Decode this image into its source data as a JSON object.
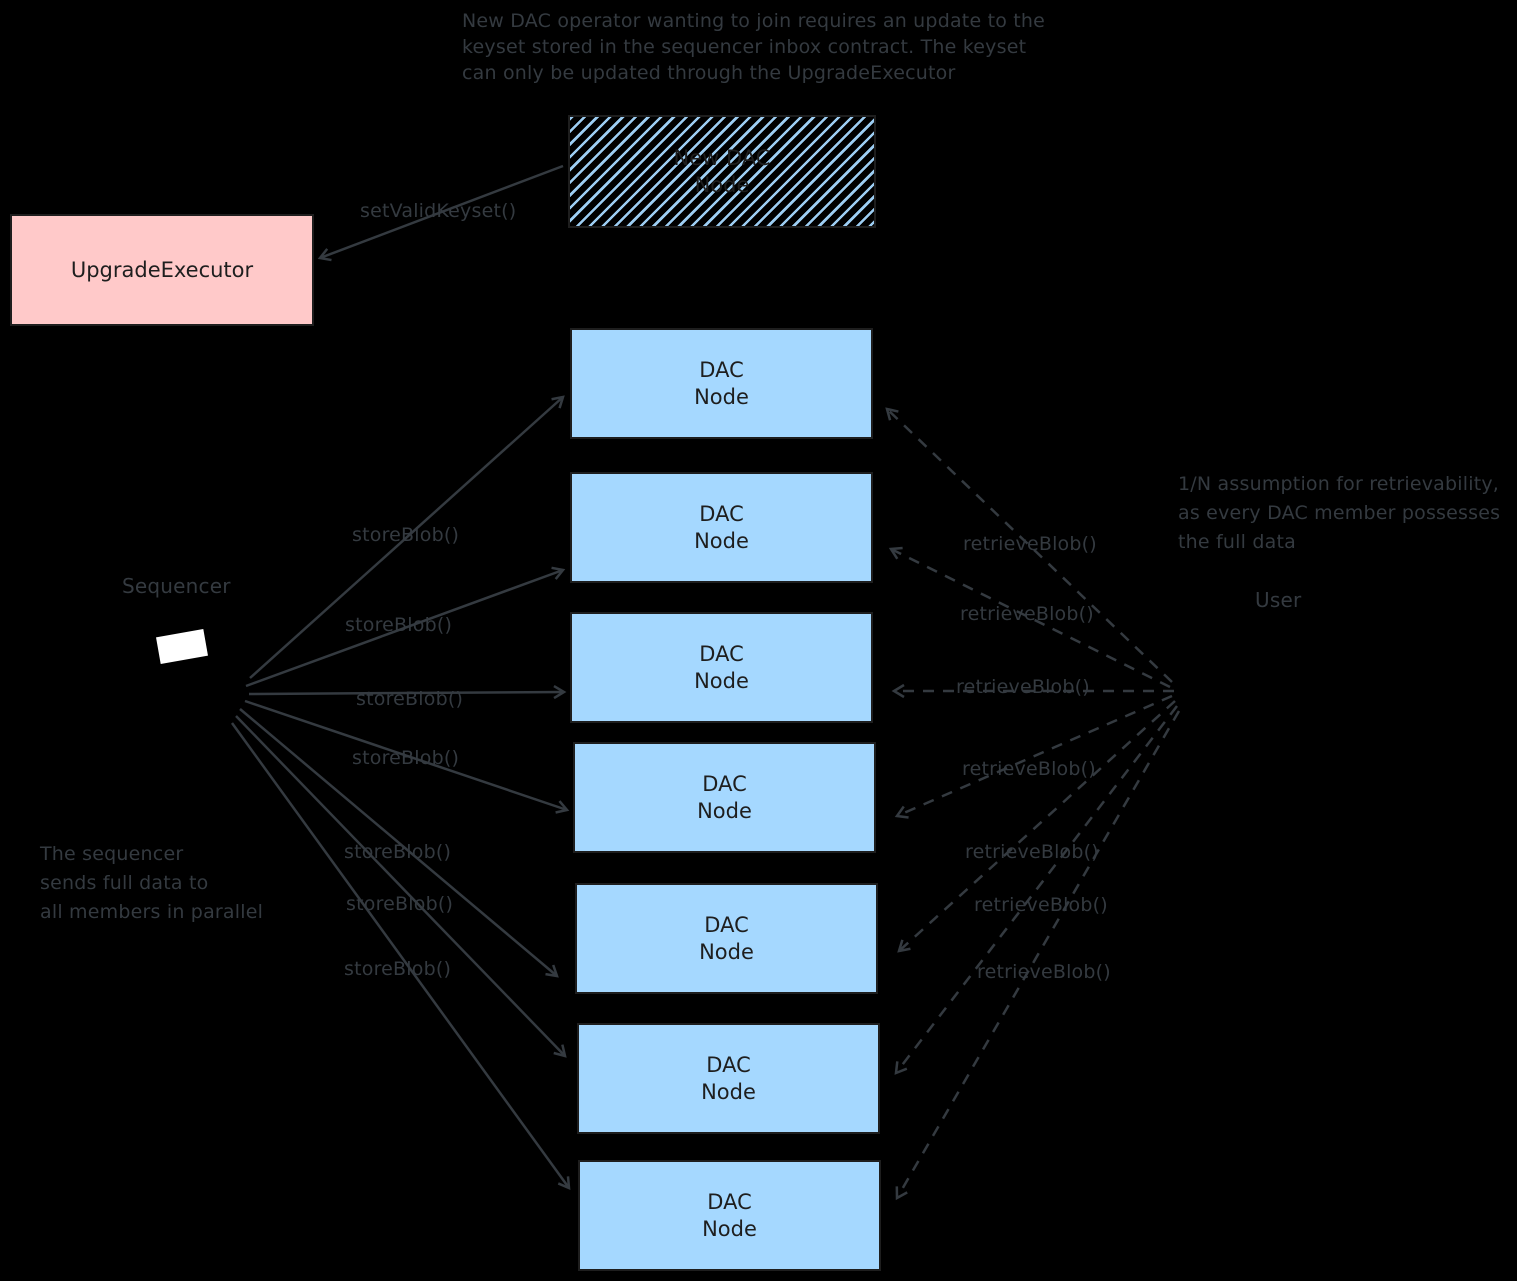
{
  "colors": {
    "background": "#000000",
    "dac_node_fill": "#a5d8ff",
    "upgrade_executor_fill": "#ffc9c9",
    "ink": "#343a40",
    "box_stroke": "#1e1e1e"
  },
  "notes": {
    "keyset": "New DAC operator wanting to join requires an update to the\nkeyset stored in the sequencer inbox contract. The keyset\ncan only be updated through the UpgradeExecutor",
    "sequencer": "The sequencer\nsends full data to\nall members in parallel",
    "retrievability": "1/N assumption for retrievability,\nas every DAC member possesses\nthe full data"
  },
  "labels": {
    "upgrade_executor": "UpgradeExecutor",
    "new_dac_node": "New DAC\nNode",
    "sequencer": "Sequencer",
    "user": "User",
    "set_valid_keyset": "setValidKeyset()",
    "store_blob": "storeBlob()",
    "retrieve_blob": "retrieveBlob()"
  },
  "dac_nodes": [
    {
      "label": "DAC\nNode"
    },
    {
      "label": "DAC\nNode"
    },
    {
      "label": "DAC\nNode"
    },
    {
      "label": "DAC\nNode"
    },
    {
      "label": "DAC\nNode"
    },
    {
      "label": "DAC\nNode"
    },
    {
      "label": "DAC\nNode"
    }
  ]
}
